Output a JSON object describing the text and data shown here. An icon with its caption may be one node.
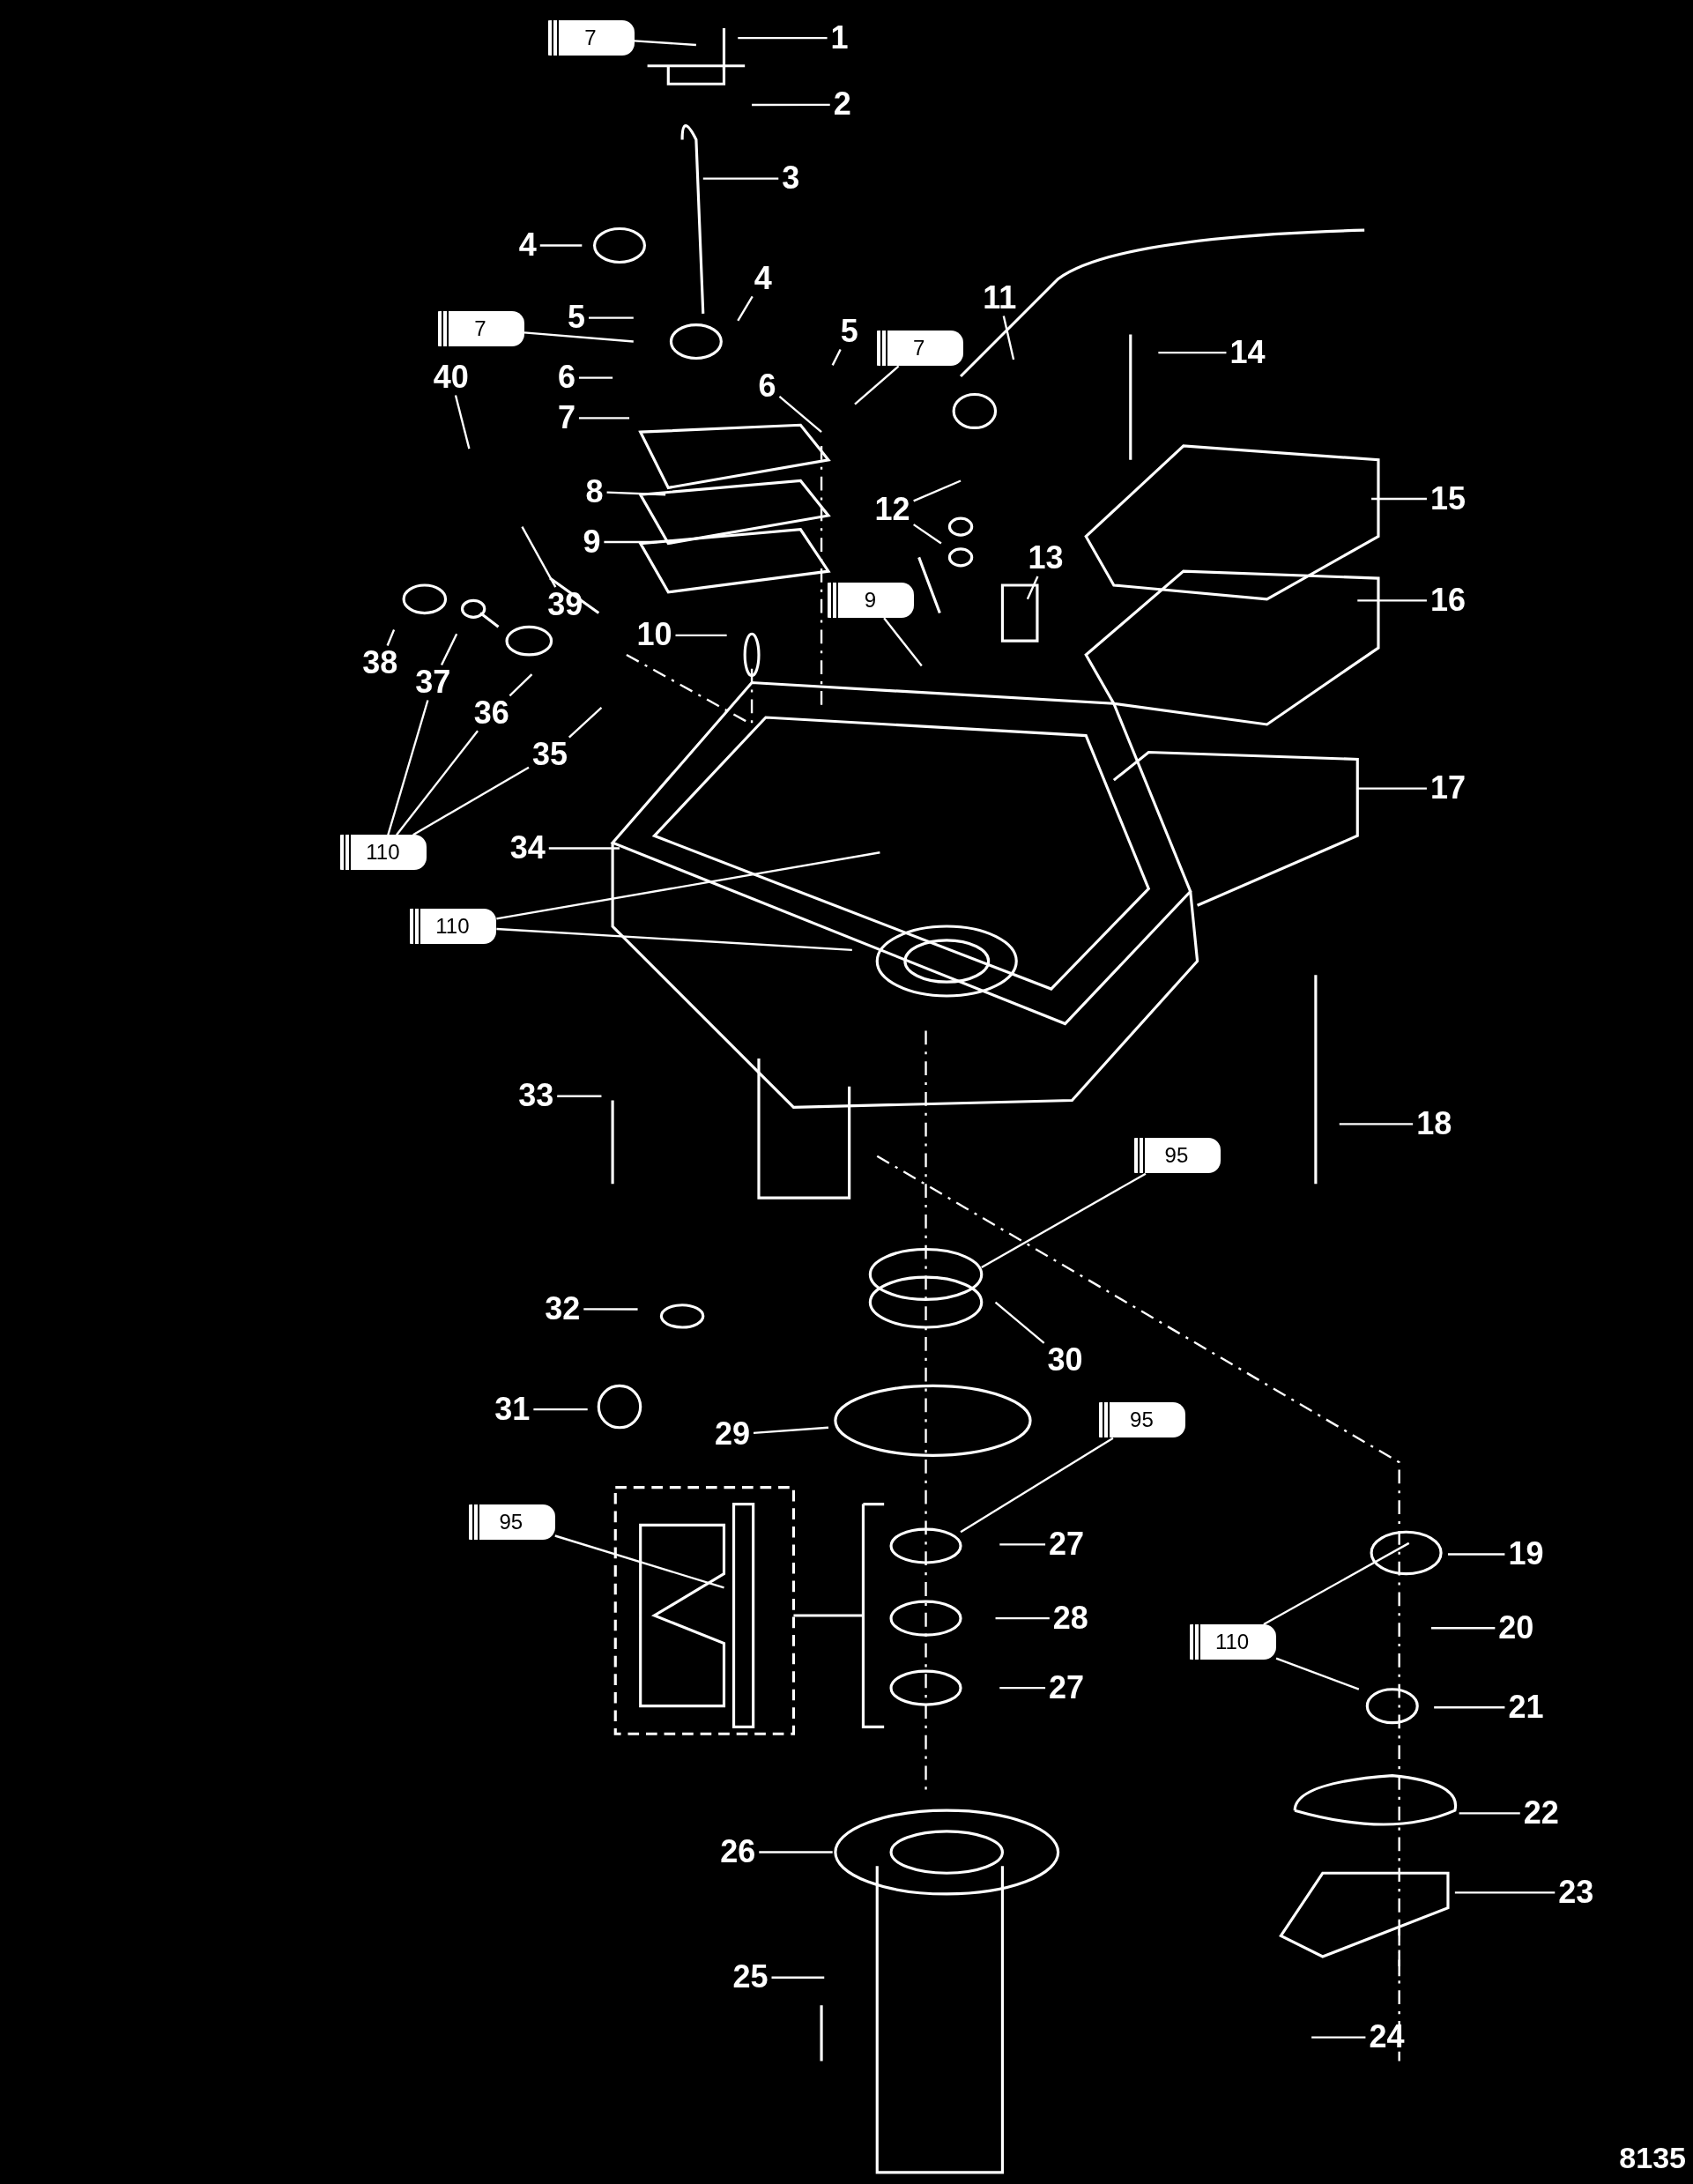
{
  "diagram": {
    "nodes": [
      {
        "text": [
          "7"
        ]
      },
      {
        "text": [
          "1"
        ]
      },
      {
        "text": [
          "2"
        ]
      },
      {
        "text": [
          "3"
        ]
      },
      {
        "text": [
          "4"
        ]
      },
      {
        "text": [
          "4"
        ]
      },
      {
        "text": [
          "7"
        ]
      },
      {
        "text": [
          "5"
        ]
      },
      {
        "text": [
          "5"
        ]
      },
      {
        "text": [
          "7"
        ]
      },
      {
        "text": [
          "11"
        ]
      },
      {
        "text": [
          "14"
        ]
      },
      {
        "text": [
          "40"
        ]
      },
      {
        "text": [
          "6"
        ]
      },
      {
        "text": [
          "6"
        ]
      },
      {
        "text": [
          "7"
        ]
      },
      {
        "text": [
          "8"
        ]
      },
      {
        "text": [
          "9"
        ]
      },
      {
        "text": [
          "12"
        ]
      },
      {
        "text": [
          "15"
        ]
      },
      {
        "text": [
          "9"
        ]
      },
      {
        "text": [
          "13"
        ]
      },
      {
        "text": [
          "16"
        ]
      },
      {
        "text": [
          "39"
        ]
      },
      {
        "text": [
          "10"
        ]
      },
      {
        "text": [
          "38"
        ]
      },
      {
        "text": [
          "37"
        ]
      },
      {
        "text": [
          "36"
        ]
      },
      {
        "text": [
          "35"
        ]
      },
      {
        "text": [
          "110"
        ]
      },
      {
        "text": [
          "17"
        ]
      },
      {
        "text": [
          "34"
        ]
      },
      {
        "text": [
          "110"
        ]
      },
      {
        "text": [
          "33"
        ]
      },
      {
        "text": [
          "18"
        ]
      },
      {
        "text": [
          "95"
        ]
      },
      {
        "text": [
          "32"
        ]
      },
      {
        "text": [
          "30"
        ]
      },
      {
        "text": [
          "31"
        ]
      },
      {
        "text": [
          "29"
        ]
      },
      {
        "text": [
          "95"
        ]
      },
      {
        "text": [
          "95"
        ]
      },
      {
        "text": [
          "27"
        ]
      },
      {
        "text": [
          "19"
        ]
      },
      {
        "text": [
          "28"
        ]
      },
      {
        "text": [
          "20"
        ]
      },
      {
        "text": [
          "110"
        ]
      },
      {
        "text": [
          "27"
        ]
      },
      {
        "text": [
          "21"
        ]
      },
      {
        "text": [
          "22"
        ]
      },
      {
        "text": [
          "26"
        ]
      },
      {
        "text": [
          "23"
        ]
      },
      {
        "text": [
          "25"
        ]
      },
      {
        "text": [
          "24"
        ]
      }
    ],
    "edges": [
      {
        "from": 0,
        "to": null,
        "arrow": "none"
      },
      {
        "from": 1,
        "to": null,
        "arrow": "none"
      },
      {
        "from": 2,
        "to": null,
        "arrow": "none"
      },
      {
        "from": 3,
        "to": null,
        "arrow": "none"
      },
      {
        "from": 4,
        "to": null,
        "arrow": "none"
      },
      {
        "from": 5,
        "to": null,
        "arrow": "none"
      },
      {
        "from": 6,
        "to": null,
        "arrow": "none"
      },
      {
        "from": 7,
        "to": null,
        "arrow": "none"
      },
      {
        "from": 8,
        "to": null,
        "arrow": "none"
      },
      {
        "from": 9,
        "to": null,
        "arrow": "none"
      },
      {
        "from": 10,
        "to": null,
        "arrow": "none"
      },
      {
        "from": 11,
        "to": null,
        "arrow": "none"
      },
      {
        "from": 12,
        "to": null,
        "arrow": "none"
      },
      {
        "from": 13,
        "to": null,
        "arrow": "none"
      },
      {
        "from": 14,
        "to": null,
        "arrow": "none"
      },
      {
        "from": 15,
        "to": null,
        "arrow": "none"
      },
      {
        "from": 16,
        "to": null,
        "arrow": "none"
      },
      {
        "from": 17,
        "to": null,
        "arrow": "none"
      },
      {
        "from": 18,
        "to": null,
        "arrow": "none"
      },
      {
        "from": 18,
        "to": null,
        "arrow": "none"
      },
      {
        "from": 19,
        "to": null,
        "arrow": "none"
      },
      {
        "from": 20,
        "to": null,
        "arrow": "none"
      },
      {
        "from": 21,
        "to": null,
        "arrow": "none"
      },
      {
        "from": 22,
        "to": null,
        "arrow": "none"
      },
      {
        "from": 23,
        "to": null,
        "arrow": "none"
      },
      {
        "from": 24,
        "to": null,
        "arrow": "none"
      },
      {
        "from": 25,
        "to": null,
        "arrow": "none"
      },
      {
        "from": 26,
        "to": null,
        "arrow": "none"
      },
      {
        "from": 27,
        "to": null,
        "arrow": "none"
      },
      {
        "from": 28,
        "to": null,
        "arrow": "none"
      },
      {
        "from": 29,
        "to": 26,
        "arrow": "none"
      },
      {
        "from": 29,
        "to": 27,
        "arrow": "none"
      },
      {
        "from": 29,
        "to": 28,
        "arrow": "none"
      },
      {
        "from": 30,
        "to": null,
        "arrow": "none"
      },
      {
        "from": 31,
        "to": null,
        "arrow": "none"
      },
      {
        "from": 32,
        "to": null,
        "arrow": "none"
      },
      {
        "from": 32,
        "to": null,
        "arrow": "none"
      },
      {
        "from": 33,
        "to": null,
        "arrow": "none"
      },
      {
        "from": 34,
        "to": null,
        "arrow": "none"
      },
      {
        "from": 35,
        "to": null,
        "arrow": "none"
      },
      {
        "from": 36,
        "to": null,
        "arrow": "none"
      },
      {
        "from": 37,
        "to": null,
        "arrow": "none"
      },
      {
        "from": 38,
        "to": null,
        "arrow": "none"
      },
      {
        "from": 39,
        "to": null,
        "arrow": "none"
      },
      {
        "from": 40,
        "to": null,
        "arrow": "none"
      },
      {
        "from": 41,
        "to": null,
        "arrow": "none"
      },
      {
        "from": 42,
        "to": null,
        "arrow": "none"
      },
      {
        "from": 43,
        "to": null,
        "arrow": "none"
      },
      {
        "from": 44,
        "to": null,
        "arrow": "none"
      },
      {
        "from": 45,
        "to": null,
        "arrow": "none"
      },
      {
        "from": 46,
        "to": null,
        "arrow": "none"
      },
      {
        "from": 46,
        "to": null,
        "arrow": "none"
      },
      {
        "from": 47,
        "to": null,
        "arrow": "none"
      },
      {
        "from": 48,
        "to": null,
        "arrow": "none"
      },
      {
        "from": 49,
        "to": null,
        "arrow": "none"
      },
      {
        "from": 50,
        "to": null,
        "arrow": "none"
      },
      {
        "from": 51,
        "to": null,
        "arrow": "none"
      },
      {
        "from": 52,
        "to": null,
        "arrow": "none"
      },
      {
        "from": 53,
        "to": null,
        "arrow": "none"
      }
    ],
    "labels": [
      "8135"
    ]
  }
}
